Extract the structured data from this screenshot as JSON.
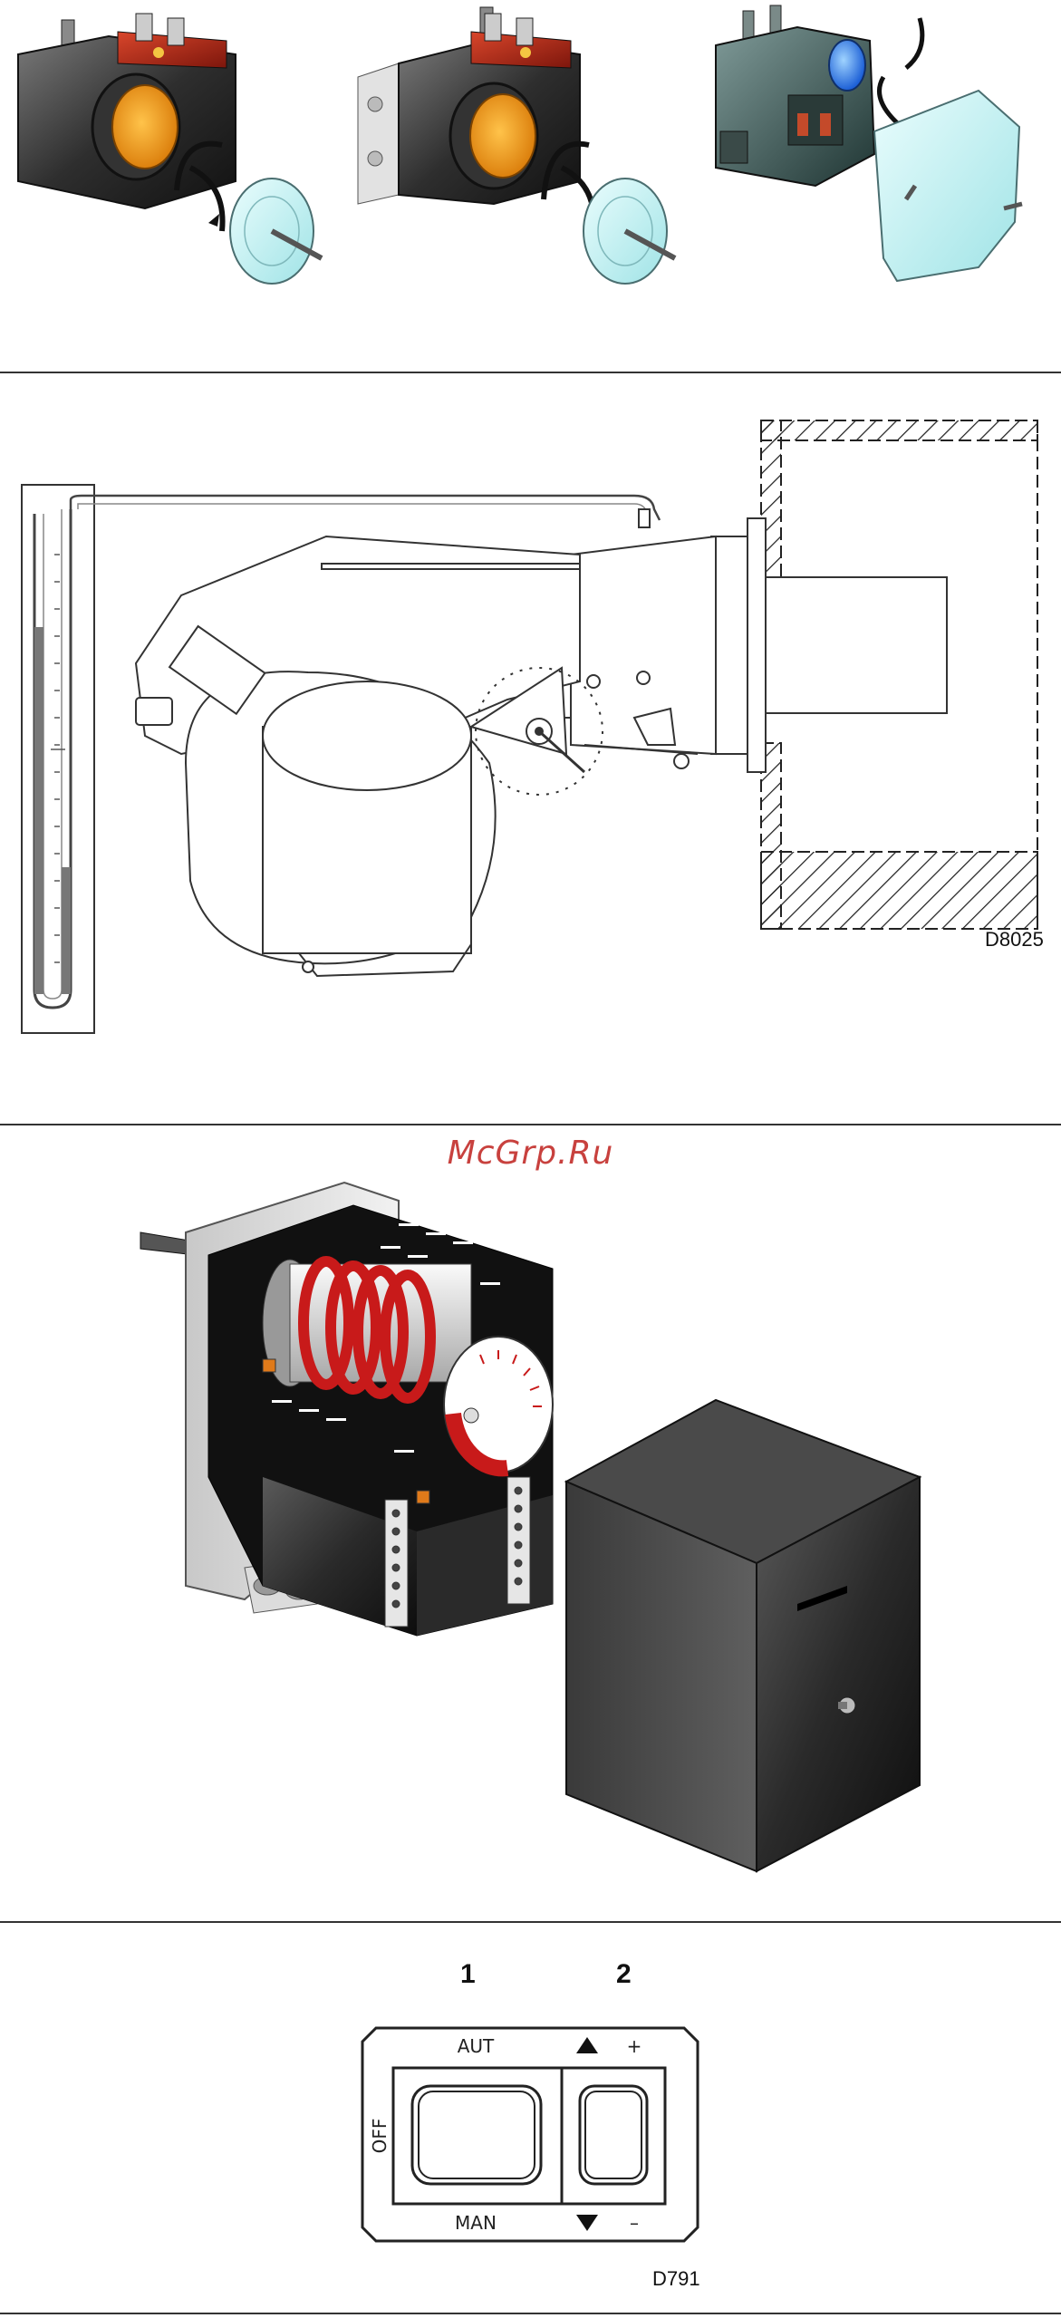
{
  "watermark": "McGrp.Ru",
  "figure2": {
    "code": "D8025"
  },
  "figure4": {
    "code": "D791",
    "switch1_number": "1",
    "switch2_number": "2",
    "label_aut": "AUT",
    "label_man": "MAN",
    "label_off": "OFF",
    "label_plus": "+",
    "label_minus": "–"
  }
}
